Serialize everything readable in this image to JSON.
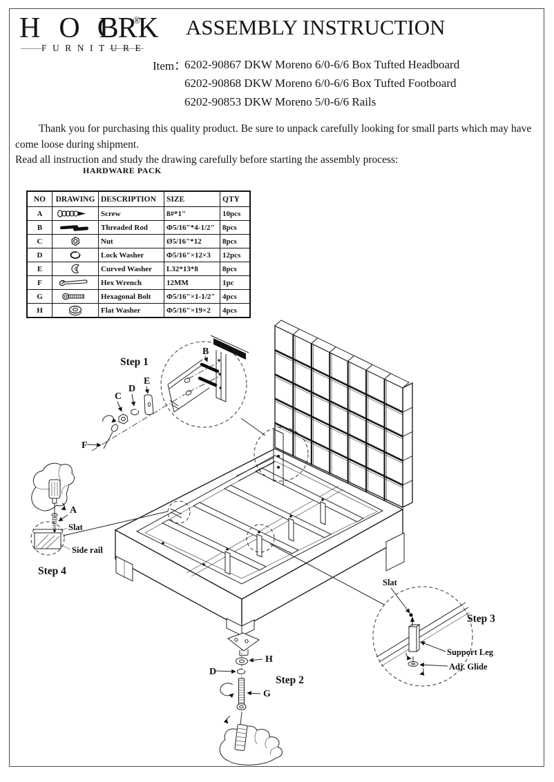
{
  "accent_ink": "#151515",
  "header": {
    "logo": {
      "letter_h": "H",
      "letter_o": "O",
      "ligature_c": "C",
      "ligature_b": "B",
      "letter_r": "R",
      "registered_mark": "®",
      "letter_k": "K",
      "subtitle": "FURNITURE"
    },
    "title": "ASSEMBLY INSTRUCTION",
    "item_label": "Item：",
    "items": [
      "6202-90867 DKW Moreno 6/0-6/6 Box Tufted Headboard",
      "6202-90868 DKW Moreno 6/0-6/6 Box Tufted Footboard",
      "6202-90853 DKW Moreno 5/0-6/6 Rails"
    ]
  },
  "intro": {
    "p1": "Thank you for purchasing this quality product. Be sure to unpack carefully looking for small parts which may have come loose during shipment.",
    "p2": "Read all instruction and study the drawing carefully before starting the assembly process:"
  },
  "hardware": {
    "title": "HARDWARE PACK",
    "columns": [
      "NO",
      "DRAWING",
      "DESCRIPTION",
      "SIZE",
      "QTY"
    ],
    "rows": [
      {
        "no": "A",
        "icon": "screw-icon",
        "description": "Screw",
        "size": "8#*1\"",
        "qty": "10pcs"
      },
      {
        "no": "B",
        "icon": "threaded-rod-icon",
        "description": "Threaded Rod",
        "size": "Φ5/16\"*4-1/2\"",
        "qty": "8pcs"
      },
      {
        "no": "C",
        "icon": "nut-icon",
        "description": "Nut",
        "size": "Ø5/16\"*12",
        "qty": "8pcs"
      },
      {
        "no": "D",
        "icon": "lock-washer-icon",
        "description": "Lock Washer",
        "size": "Φ5/16\"×12×3",
        "qty": "12pcs"
      },
      {
        "no": "E",
        "icon": "curved-washer-icon",
        "description": "Curved Washer",
        "size": "L32*13*8",
        "qty": "8pcs"
      },
      {
        "no": "F",
        "icon": "hex-wrench-icon",
        "description": "Hex Wrench",
        "size": "12MM",
        "qty": "1pc"
      },
      {
        "no": "G",
        "icon": "hexagonal-bolt-icon",
        "description": "Hexagonal Bolt",
        "size": "Φ5/16\"×1-1/2\"",
        "qty": "4pcs"
      },
      {
        "no": "H",
        "icon": "flat-washer-icon",
        "description": "Flat Washer",
        "size": "Φ5/16\"×19×2",
        "qty": "4pcs"
      }
    ]
  },
  "diagram": {
    "labels": {
      "step1": "Step 1",
      "step2": "Step 2",
      "step3": "Step 3",
      "step4": "Step 4",
      "part_a": "A",
      "part_b": "B",
      "part_c": "C",
      "part_d": "D",
      "part_e": "E",
      "part_f": "F",
      "part_g": "G",
      "part_h": "H",
      "slat_step4": "Slat",
      "side_rail": "Side rail",
      "slat_step3": "Slat",
      "support_leg": "Support Leg",
      "adj_glide": "Adj. Glide"
    }
  }
}
